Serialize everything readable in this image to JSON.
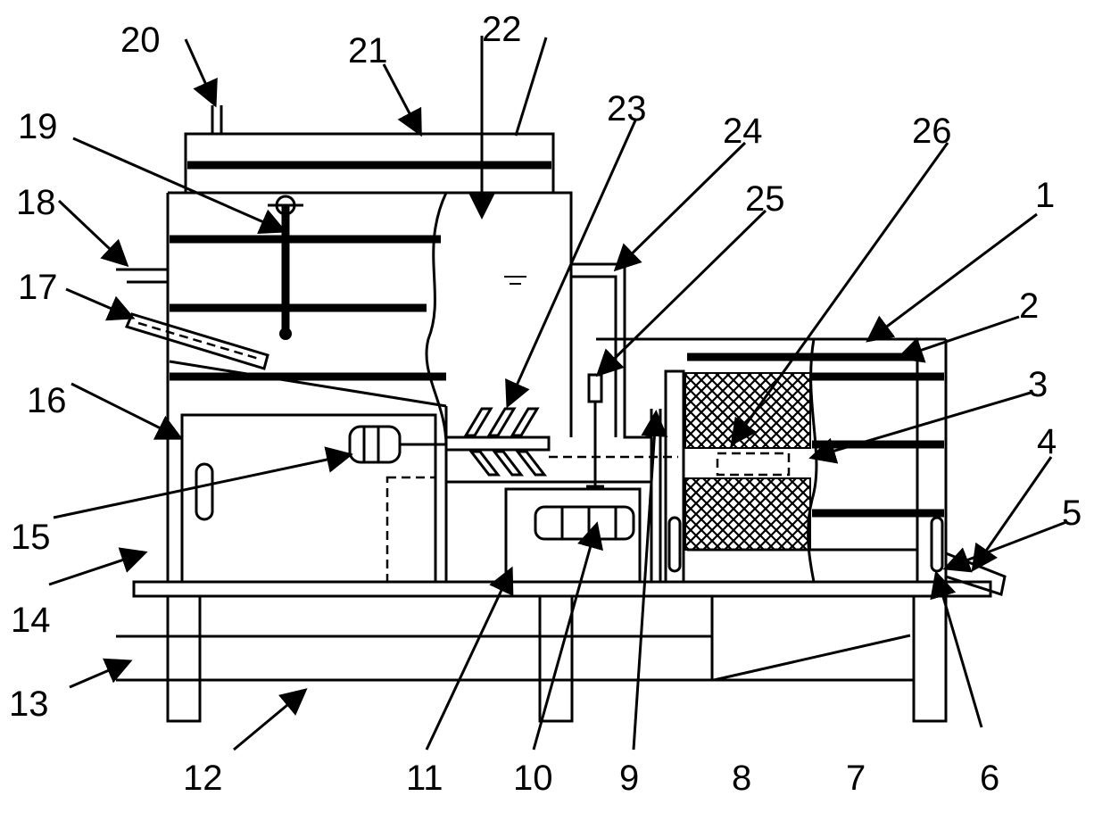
{
  "diagram": {
    "callouts": [
      "1",
      "2",
      "3",
      "4",
      "5",
      "6",
      "7",
      "8",
      "9",
      "10",
      "11",
      "12",
      "13",
      "14",
      "15",
      "16",
      "17",
      "18",
      "19",
      "20",
      "21",
      "22",
      "23",
      "24",
      "25",
      "26"
    ]
  },
  "colors": {
    "line": "#000000",
    "background": "#ffffff"
  }
}
